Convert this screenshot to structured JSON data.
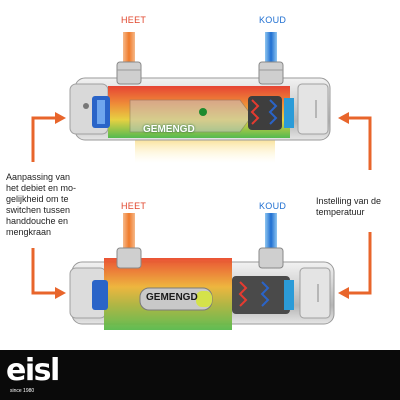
{
  "diagram": {
    "top_unit": {
      "hot_label": "HEET",
      "cold_label": "KOUD",
      "mixed_label": "GEMENGD"
    },
    "bottom_unit": {
      "hot_label": "HEET",
      "cold_label": "KOUD",
      "mixed_label": "GEMENGD"
    },
    "left_caption": [
      "Aanpassing van",
      "het debiet en mo-",
      "gelijkheid om te",
      "switchen tussen",
      "handdouche en",
      "mengkraan"
    ],
    "right_caption": [
      "Instelling van de",
      "temperatuur"
    ]
  },
  "brand": {
    "logo": "eisl",
    "tagline": "since 1980"
  },
  "colors": {
    "hot": "#e0452b",
    "cold": "#1f6fd1",
    "arrow": "#e8652b",
    "mixed": "#3cae3c"
  }
}
